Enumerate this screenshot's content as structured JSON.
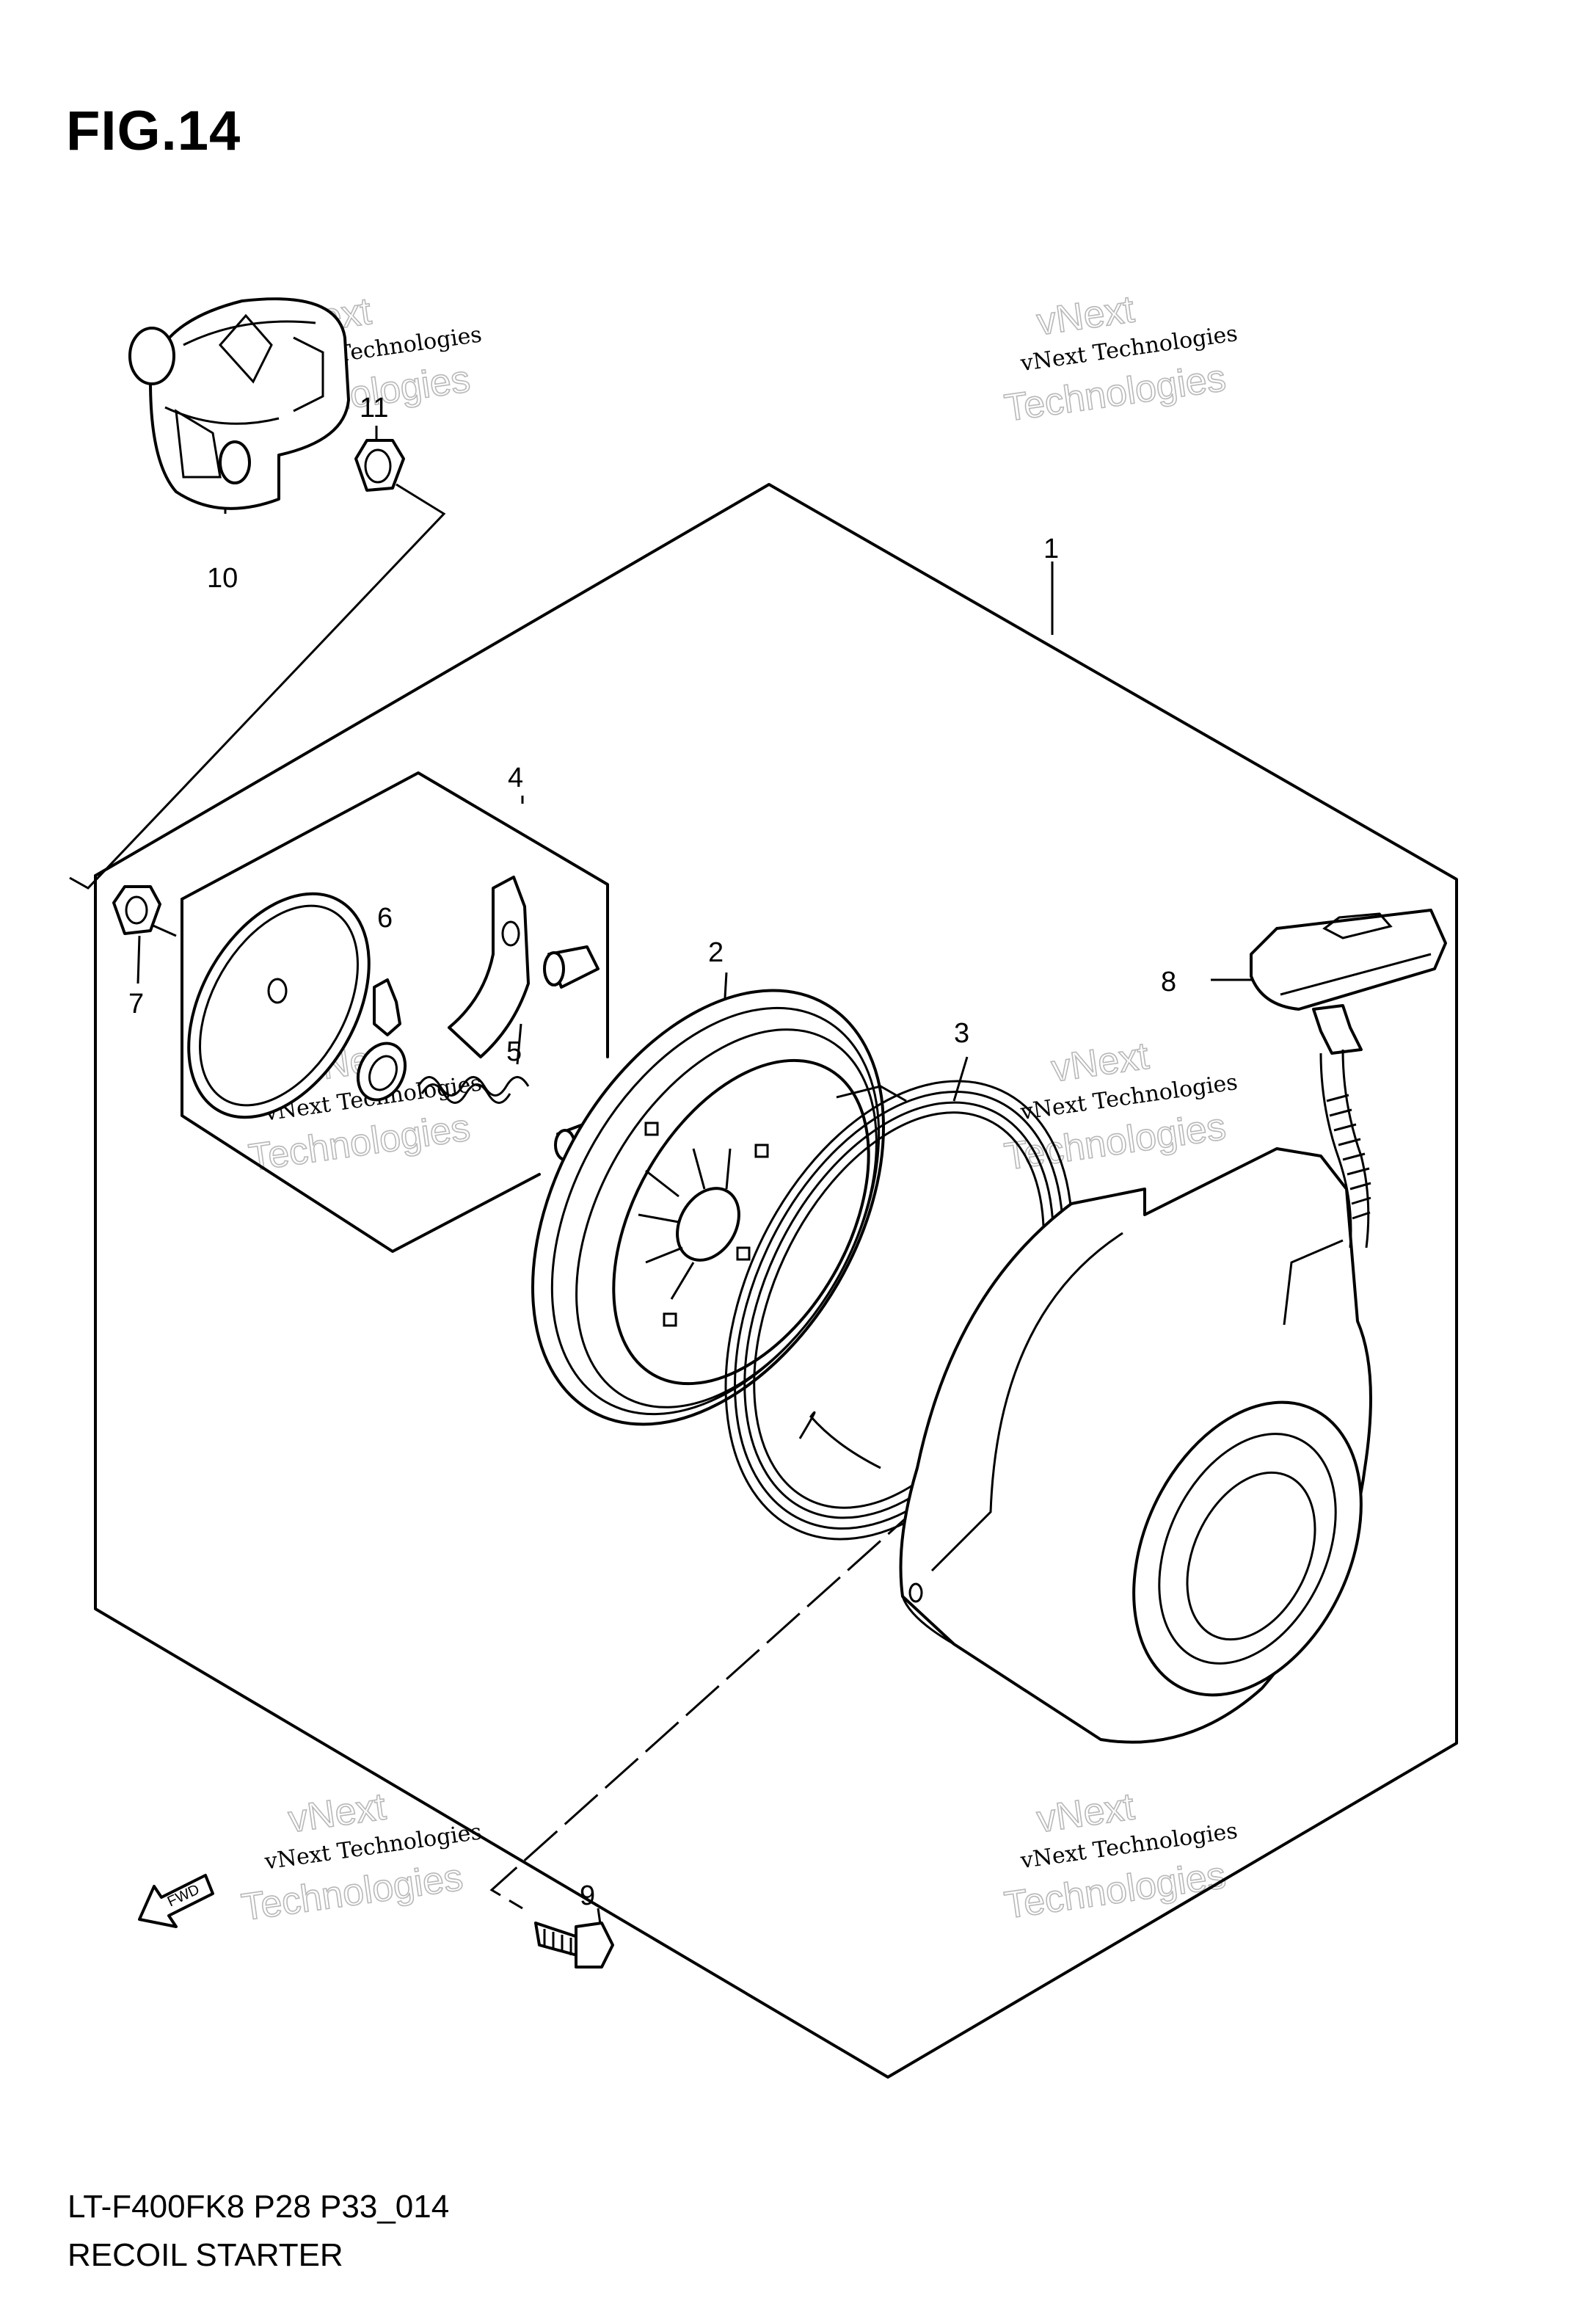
{
  "figure_title": "FIG.14",
  "model_code": "LT-F400FK8 P28 P33_014",
  "caption": "RECOIL STARTER",
  "callouts": [
    "1",
    "2",
    "3",
    "4",
    "5",
    "6",
    "7",
    "8",
    "9",
    "10",
    "11"
  ],
  "watermark": {
    "line1": "vNext Technologies",
    "line2": "vNext",
    "line3": "Technologies"
  },
  "direction_label": "FWD",
  "colors": {
    "line": "#000000",
    "background": "#ffffff",
    "watermark_outline": "#b8b8b8"
  }
}
